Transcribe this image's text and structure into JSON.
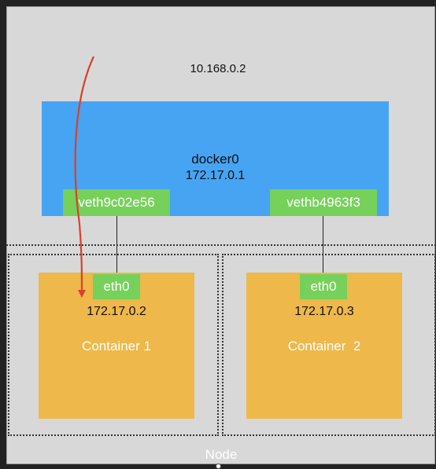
{
  "node": {
    "ip": "10.168.0.2",
    "label": "Node"
  },
  "bridge": {
    "name": "docker0",
    "ip": "172.17.0.1",
    "color": "#46a4f3"
  },
  "veths": [
    {
      "label": "veth9c02e56"
    },
    {
      "label": "vethb4963f3"
    }
  ],
  "containers": [
    {
      "name": "Container 1",
      "ip": "172.17.0.2",
      "iface": "eth0"
    },
    {
      "name": "Container  2",
      "ip": "172.17.0.3",
      "iface": "eth0"
    }
  ],
  "colors": {
    "node_bg": "#d8d8d8",
    "veth": "#76d15a",
    "container": "#eeb84a",
    "arrow": "#d9402b"
  }
}
